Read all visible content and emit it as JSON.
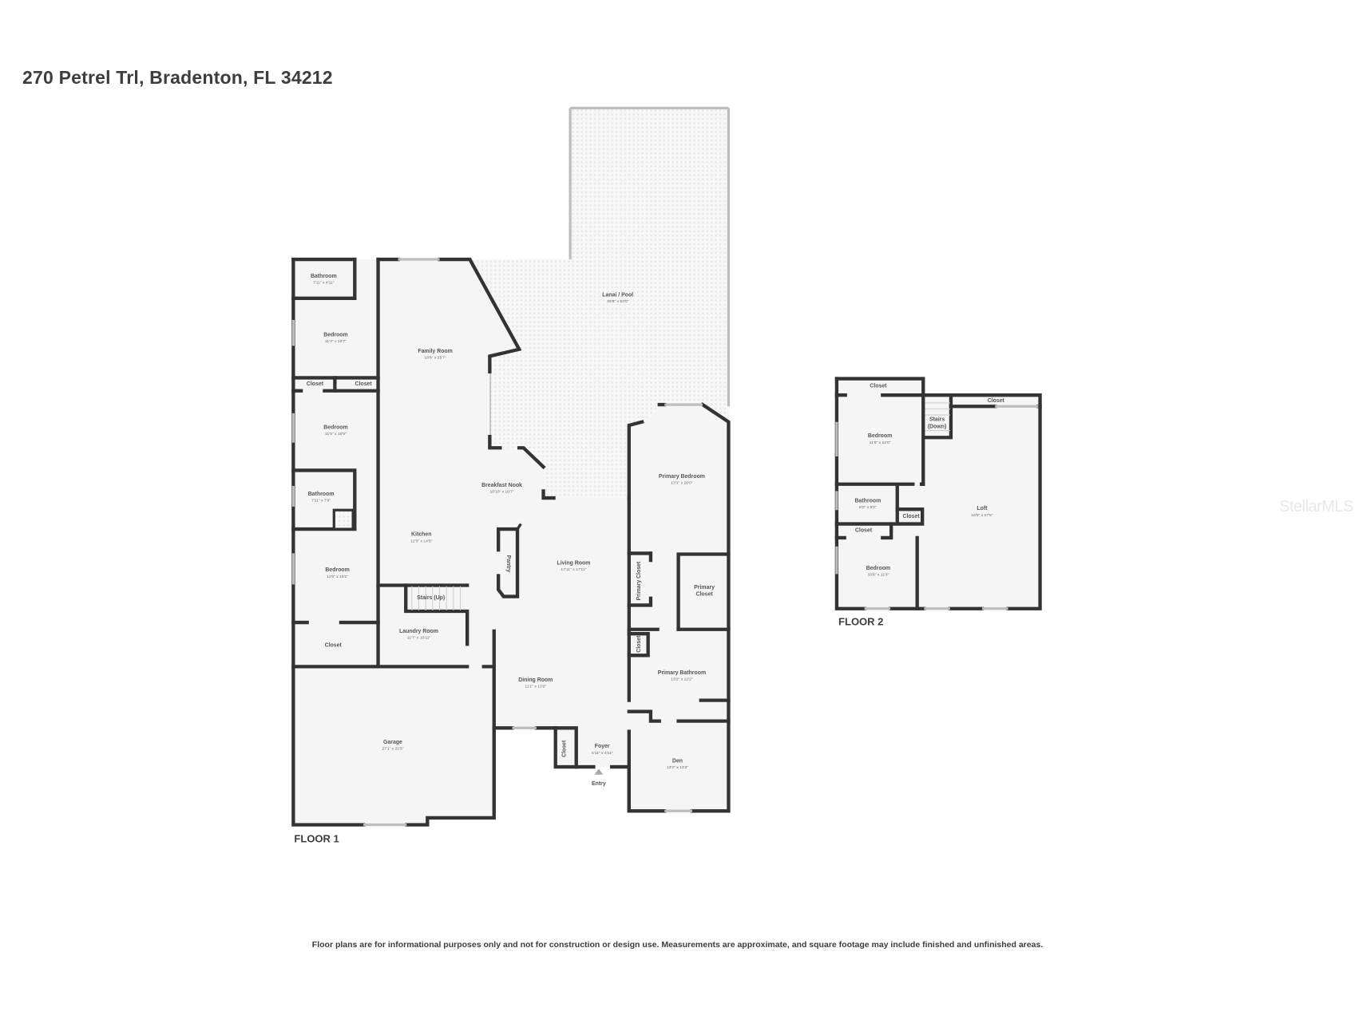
{
  "header": {
    "title": "270 Petrel Trl, Bradenton, FL 34212"
  },
  "floor1": {
    "label": "FLOOR 1",
    "entry_label": "Entry",
    "rooms": [
      {
        "name": "Bathroom",
        "dims": "7'11\" x 4'11\""
      },
      {
        "name": "Bedroom",
        "dims": "11'4\" x 10'7\""
      },
      {
        "name": "Closet",
        "dims": ""
      },
      {
        "name": "Closet",
        "dims": ""
      },
      {
        "name": "Bedroom",
        "dims": "11'5\" x 10'5\""
      },
      {
        "name": "Bathroom",
        "dims": "7'11\" x 7'9\""
      },
      {
        "name": "Bedroom",
        "dims": "11'5\" x 15'1\""
      },
      {
        "name": "Closet",
        "dims": ""
      },
      {
        "name": "Family Room",
        "dims": "18'8\" x 25'7\""
      },
      {
        "name": "Kitchen",
        "dims": "12'3\" x 14'5\""
      },
      {
        "name": "Stairs (Up)",
        "dims": ""
      },
      {
        "name": "Laundry Room",
        "dims": "11'7\" x 10'11\""
      },
      {
        "name": "Garage",
        "dims": "27'1\" x 21'5\""
      },
      {
        "name": "Breakfast Nook",
        "dims": "10'10\" x 10'7\""
      },
      {
        "name": "Pantry",
        "dims": ""
      },
      {
        "name": "Living Room",
        "dims": "17'11\" x 17'11\""
      },
      {
        "name": "Dining Room",
        "dims": "11'1\" x 13'2\""
      },
      {
        "name": "Closet",
        "dims": ""
      },
      {
        "name": "Foyer",
        "dims": "6'11\" x 4'11\""
      },
      {
        "name": "Lanai / Pool",
        "dims": "35'8\" x 53'0\""
      },
      {
        "name": "Primary Bedroom",
        "dims": "13'1\" x 20'0\""
      },
      {
        "name": "Primary Closet",
        "dims": ""
      },
      {
        "name": "Primary",
        "dims": "Closet"
      },
      {
        "name": "Closet",
        "dims": ""
      },
      {
        "name": "Primary Bathroom",
        "dims": "13'2\" x 12'2\""
      },
      {
        "name": "Den",
        "dims": "13'2\" x 13'2\""
      }
    ]
  },
  "floor2": {
    "label": "FLOOR 2",
    "rooms": [
      {
        "name": "Closet",
        "dims": ""
      },
      {
        "name": "Closet",
        "dims": ""
      },
      {
        "name": "Bedroom",
        "dims": "11'6\" x 12'0\""
      },
      {
        "name": "Stairs",
        "dims": "(Down)"
      },
      {
        "name": "Bathroom",
        "dims": "8'0\" x 5'0\""
      },
      {
        "name": "Closet",
        "dims": ""
      },
      {
        "name": "Closet",
        "dims": ""
      },
      {
        "name": "Bedroom",
        "dims": "10'8\" x 11'3\""
      },
      {
        "name": "Loft",
        "dims": "16'5\" x 27'5\""
      }
    ]
  },
  "footer": {
    "disclaimer": "Floor plans are for informational purposes only and not for construction or design use. Measurements are approximate, and square footage may include finished and unfinished areas."
  },
  "watermark": {
    "text": "StellarMLS"
  },
  "colors": {
    "wall": "#333333",
    "room_fill": "#f5f5f5",
    "window": "#bdbdbd",
    "text": "#3d3d3d"
  }
}
